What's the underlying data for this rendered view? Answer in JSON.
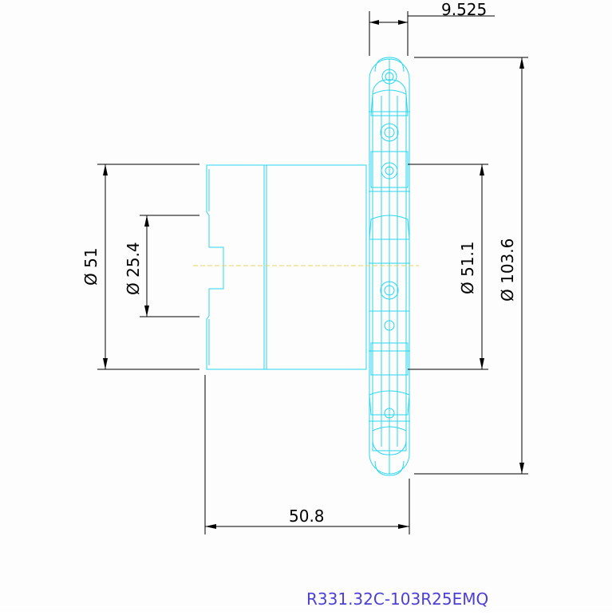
{
  "drawing": {
    "part_number": "R331.32C-103R25EMQ",
    "colors": {
      "geometry": "#29d6f0",
      "dimension": "#000000",
      "centerline": "#e8d36a",
      "title": "#4c3fd6",
      "background": "#fdfdfd"
    },
    "dimensions": {
      "width_top": "9.525",
      "diameter_outer": "Ø 103.6",
      "diameter_mid": "Ø 51.1",
      "diameter_shank": "Ø 51",
      "diameter_bore": "Ø 25.4",
      "length": "50.8"
    }
  }
}
